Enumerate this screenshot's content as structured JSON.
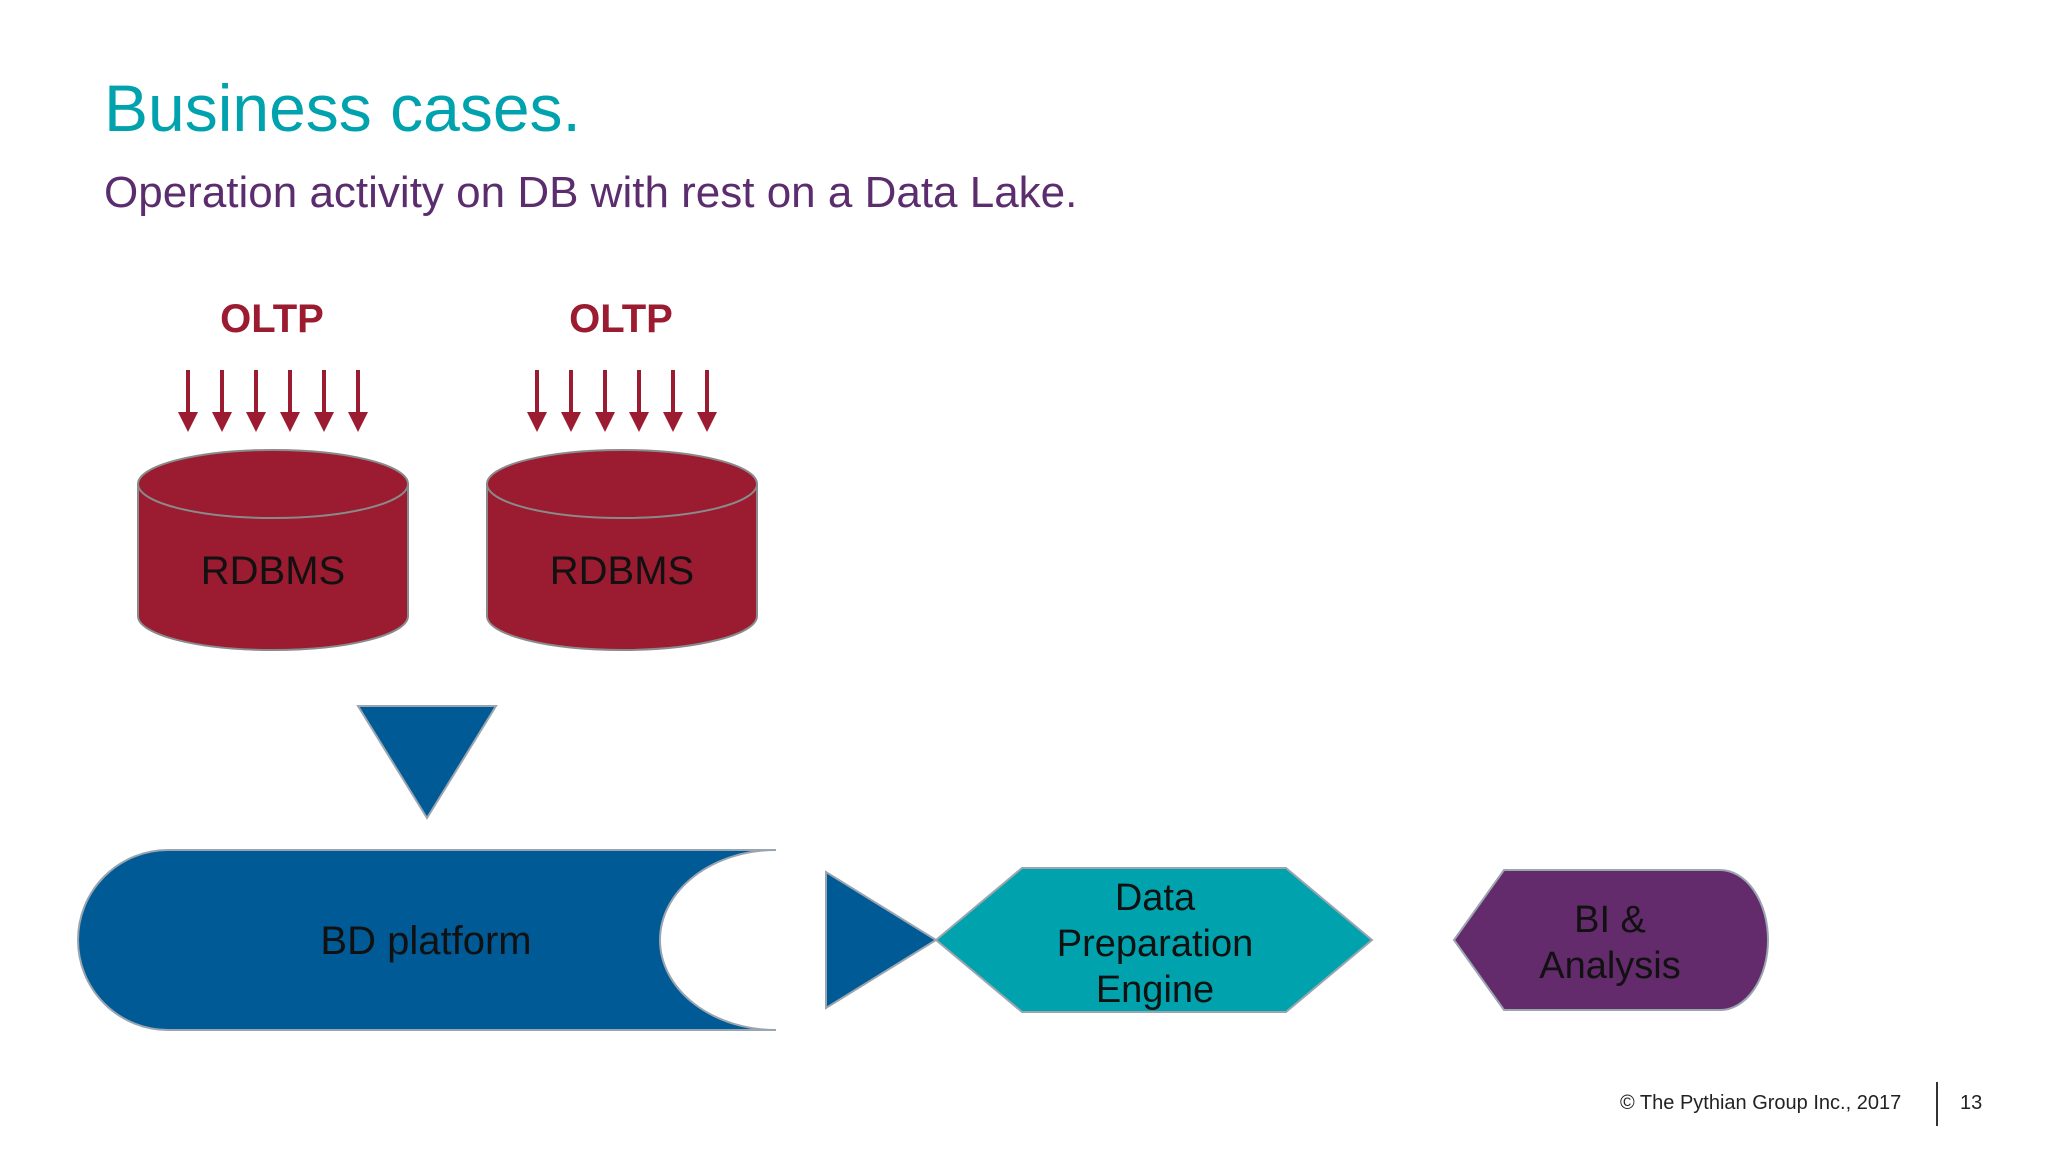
{
  "slide": {
    "title": "Business cases.",
    "subtitle": "Operation activity on DB with rest on a Data Lake."
  },
  "diagram": {
    "oltp_sources": [
      {
        "label": "OLTP",
        "db_label": "RDBMS"
      },
      {
        "label": "OLTP",
        "db_label": "RDBMS"
      }
    ],
    "bd_platform": {
      "label": "BD platform"
    },
    "data_prep": {
      "lines": [
        "Data",
        "Preparation",
        "Engine"
      ]
    },
    "bi": {
      "lines": [
        "BI &",
        "Analysis"
      ]
    }
  },
  "colors": {
    "title": "#00a3ad",
    "subtitle": "#5c2d6e",
    "db": "#9b1b30",
    "platform": "#005a96",
    "prep": "#00a3ad",
    "bi": "#632b6c"
  },
  "footer": {
    "copyright": "©  The Pythian Group Inc., 2017",
    "page_number": "13"
  }
}
